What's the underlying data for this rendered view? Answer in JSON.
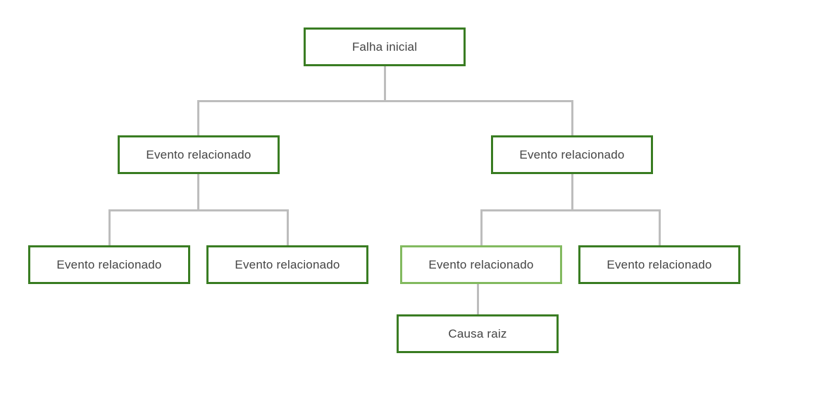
{
  "diagram": {
    "type": "tree",
    "description": "Root-cause analysis tree (fault tree) with one highlighted branch node",
    "colors": {
      "background": "#ffffff",
      "node_border_dark": "#3a7d23",
      "node_border_highlight": "#83ba60",
      "connector": "#bdbdbd",
      "text": "#444444"
    },
    "nodes": {
      "root": {
        "label": "Falha inicial",
        "level": 1,
        "parent": null,
        "highlighted": false
      },
      "l2_left": {
        "label": "Evento relacionado",
        "level": 2,
        "parent": "root",
        "highlighted": false
      },
      "l2_right": {
        "label": "Evento relacionado",
        "level": 2,
        "parent": "root",
        "highlighted": false
      },
      "l3_1": {
        "label": "Evento relacionado",
        "level": 3,
        "parent": "l2_left",
        "highlighted": false
      },
      "l3_2": {
        "label": "Evento relacionado",
        "level": 3,
        "parent": "l2_left",
        "highlighted": false
      },
      "l3_3": {
        "label": "Evento relacionado",
        "level": 3,
        "parent": "l2_right",
        "highlighted": true
      },
      "l3_4": {
        "label": "Evento relacionado",
        "level": 3,
        "parent": "l2_right",
        "highlighted": false
      },
      "root_cause": {
        "label": "Causa raiz",
        "level": 4,
        "parent": "l3_3",
        "highlighted": false
      }
    }
  }
}
